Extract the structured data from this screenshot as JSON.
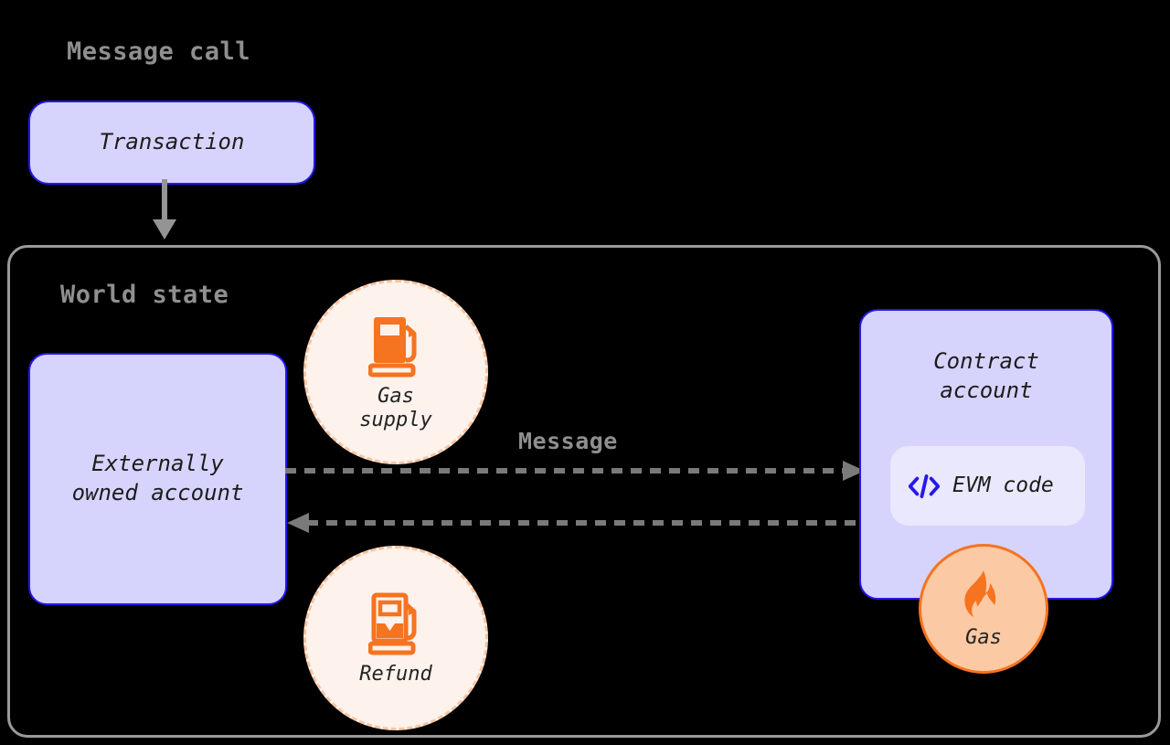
{
  "diagram": {
    "title": "Message call",
    "world_state_title": "World state",
    "background_color": "#000000",
    "node_fill": "#d6d4fd",
    "node_border": "#2718e8",
    "accent_orange": "#f6731f",
    "badge_fill": "#fdf2ec",
    "badge_border": "#f8c4a1",
    "flame_fill": "#fbc9a4",
    "container_border": "#9a9a9a",
    "label_gray": "#8f8f8f"
  },
  "nodes": {
    "transaction": {
      "label": "Transaction"
    },
    "externally_owned_account": {
      "label": "Externally\nowned account"
    },
    "contract_account": {
      "label": "Contract\naccount",
      "evm_chip": {
        "label": "EVM code",
        "icon": "code-brackets-icon"
      }
    }
  },
  "badges": {
    "gas_supply": {
      "label": "Gas\nsupply",
      "icon": "fuel-pump-full-icon"
    },
    "refund": {
      "label": "Refund",
      "icon": "fuel-pump-partial-icon"
    },
    "gas_flame": {
      "label": "Gas",
      "icon": "flame-icon"
    }
  },
  "edges": {
    "transaction_to_world_state": {
      "label": "",
      "style": "solid-arrow",
      "color": "#949494"
    },
    "message_out": {
      "label": "Message",
      "style": "dashed-arrow",
      "color": "#7a7a7a"
    },
    "message_back": {
      "label": "",
      "style": "dashed-arrow",
      "color": "#7a7a7a"
    }
  }
}
